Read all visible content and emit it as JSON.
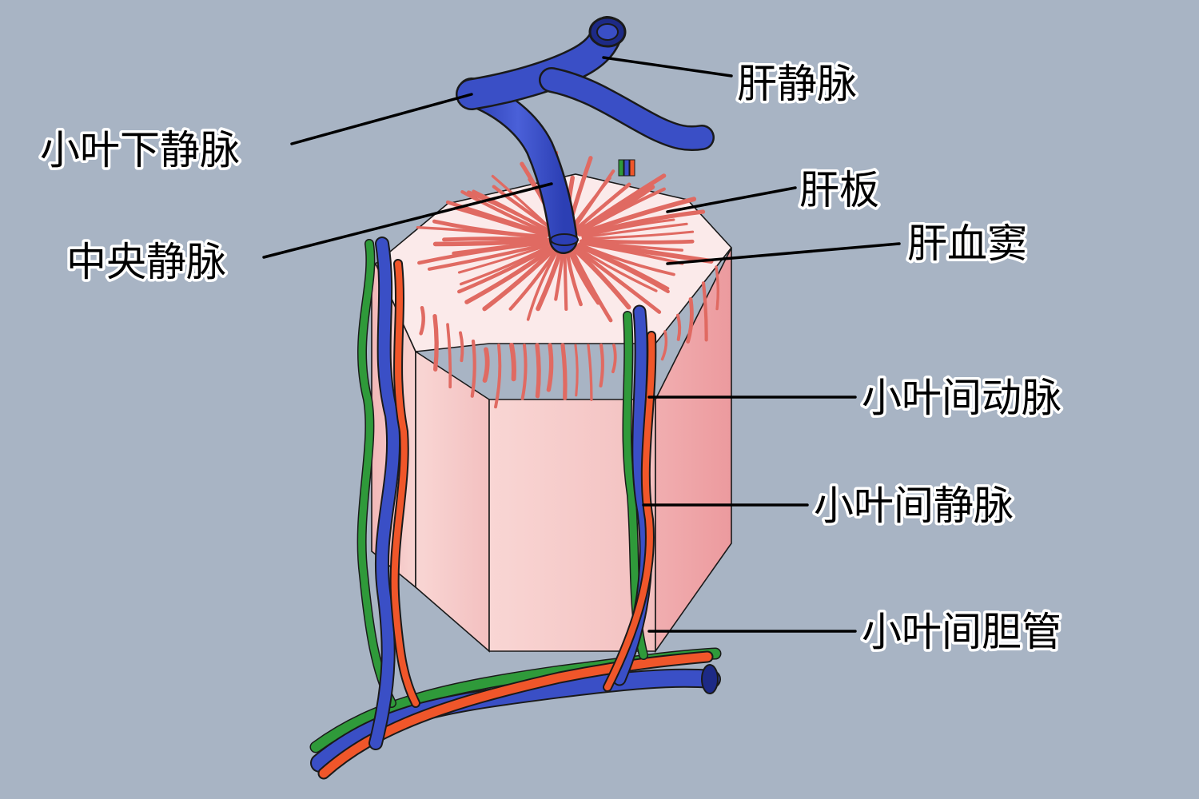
{
  "diagram": {
    "background_color": "#a8b4c4",
    "colors": {
      "vein": "#3a4fc6",
      "artery": "#f0562a",
      "bile_duct": "#2f9a3a",
      "lobule_face": "#f4c4c4",
      "sinusoid": "#e06a62"
    },
    "labels": {
      "hepatic_vein": "肝静脉",
      "sublobular_vein": "小叶下静脉",
      "hepatic_plate": "肝板",
      "central_vein": "中央静脉",
      "hepatic_sinusoid": "肝血窦",
      "interlobular_artery": "小叶间动脉",
      "interlobular_vein": "小叶间静脉",
      "interlobular_bile_duct": "小叶间胆管"
    }
  }
}
